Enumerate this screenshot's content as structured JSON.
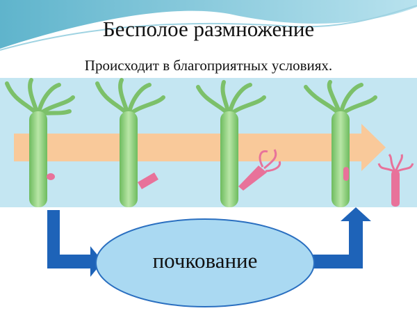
{
  "slide": {
    "title": "Бесполое размножение",
    "subtitle": "Происходит в благоприятных условиях.",
    "process_label": "почкование"
  },
  "colors": {
    "band": "#c4e6f2",
    "arrow_orange": "#f9c99a",
    "hydra_green": "#8fcf7e",
    "bud_pink": "#e8729a",
    "ellipse_fill": "#aad9f2",
    "blue_arrow": "#1e63b8"
  }
}
